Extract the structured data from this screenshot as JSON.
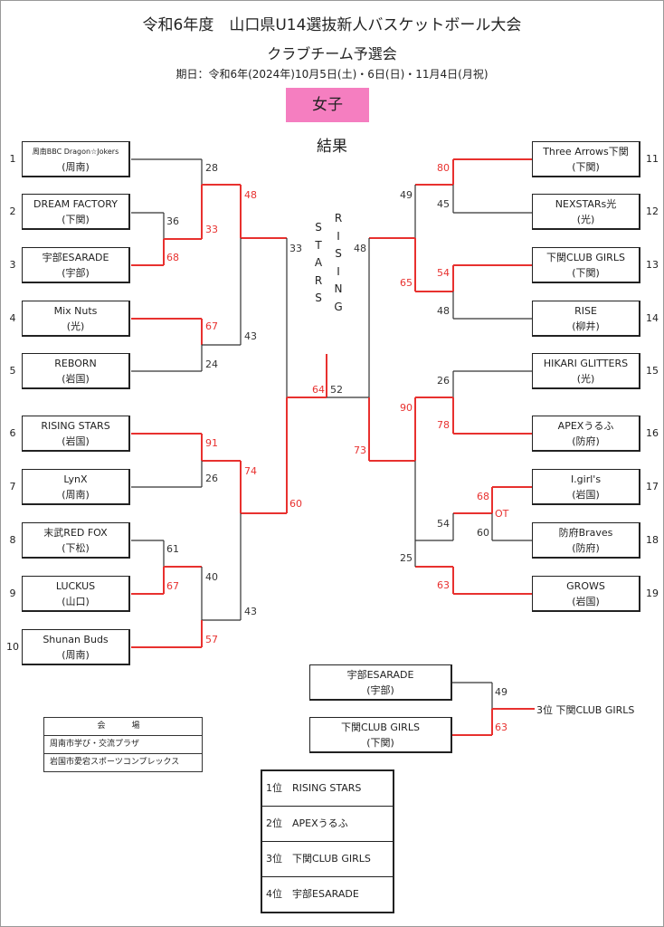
{
  "header": {
    "title": "令和6年度　山口県U14選抜新人バスケットボール大会",
    "subtitle": "クラブチーム予選会",
    "dates": "期日：令和6年(2024年)10月5日(土)・6日(日)・11月4日(月祝)",
    "category": "女子",
    "results": "結果"
  },
  "teams": [
    {
      "seed": "1",
      "name": "周南BBC Dragon☆Jokers",
      "area": "(周南)"
    },
    {
      "seed": "2",
      "name": "DREAM FACTORY",
      "area": "(下関)"
    },
    {
      "seed": "3",
      "name": "宇部ESARADE",
      "area": "(宇部)"
    },
    {
      "seed": "4",
      "name": "Mix Nuts",
      "area": "(光)"
    },
    {
      "seed": "5",
      "name": "REBORN",
      "area": "(岩国)"
    },
    {
      "seed": "6",
      "name": "RISING STARS",
      "area": "(岩国)"
    },
    {
      "seed": "7",
      "name": "LynX",
      "area": "(周南)"
    },
    {
      "seed": "8",
      "name": "末武RED FOX",
      "area": "(下松)"
    },
    {
      "seed": "9",
      "name": "LUCKUS",
      "area": "(山口)"
    },
    {
      "seed": "10",
      "name": "Shunan Buds",
      "area": "(周南)"
    },
    {
      "seed": "11",
      "name": "Three Arrows下関",
      "area": "(下関)"
    },
    {
      "seed": "12",
      "name": "NEXSTARs光",
      "area": "(光)"
    },
    {
      "seed": "13",
      "name": "下関CLUB GIRLS",
      "area": "(下関)"
    },
    {
      "seed": "14",
      "name": "RISE",
      "area": "(柳井)"
    },
    {
      "seed": "15",
      "name": "HIKARI GLITTERS",
      "area": "(光)"
    },
    {
      "seed": "16",
      "name": "APEXうるふ",
      "area": "(防府)"
    },
    {
      "seed": "17",
      "name": "I.girl's",
      "area": "(岩国)"
    },
    {
      "seed": "18",
      "name": "防府Braves",
      "area": "(防府)"
    },
    {
      "seed": "19",
      "name": "GROWS",
      "area": "(岩国)"
    }
  ],
  "scores": {
    "s1": "28",
    "s23": "36",
    "s3": "68",
    "s12": "33",
    "s4": "67",
    "s5": "24",
    "sA": "48",
    "sB": "43",
    "sL": "33",
    "s6": "91",
    "s7": "26",
    "s8": "61",
    "s9": "67",
    "s89": "40",
    "s10": "57",
    "sC": "74",
    "sD": "43",
    "sLB": "60",
    "sF1": "64",
    "sF2": "52",
    "s11": "80",
    "s12r": "45",
    "s1112": "49",
    "s13": "54",
    "s14": "48",
    "s1314": "65",
    "sR": "48",
    "s15": "26",
    "s16": "78",
    "s1516": "90",
    "s17": "68",
    "s18": "60",
    "ot": "OT",
    "s1718": "54",
    "s19": "63",
    "s1719": "25",
    "sRB": "73"
  },
  "final_label_stars": [
    "S",
    "T",
    "A",
    "R",
    "S"
  ],
  "final_label_rising": [
    "R",
    "I",
    "S",
    "I",
    "N",
    "G"
  ],
  "third_place": {
    "teams": [
      {
        "name": "宇部ESARADE",
        "area": "(宇部)",
        "score": "49"
      },
      {
        "name": "下関CLUB GIRLS",
        "area": "(下関)",
        "score": "63"
      }
    ],
    "winner": "3位  下関CLUB GIRLS"
  },
  "venue": {
    "header": "会　場",
    "rows": [
      "周南市学び・交流プラザ",
      "岩国市愛宕スポーツコンプレックス"
    ]
  },
  "ranking": [
    "1位　RISING STARS",
    "2位　APEXうるふ",
    "3位　下関CLUB GIRLS",
    "4位　宇部ESARADE"
  ],
  "colors": {
    "win": "#e8312f",
    "lose": "#333333",
    "score_win": "#e8312f",
    "category_bg": "#f57ec0"
  }
}
